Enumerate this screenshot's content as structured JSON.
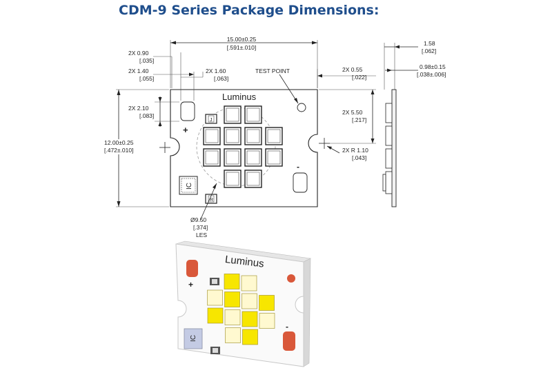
{
  "title": "CDM-9 Series Package Dimensions:",
  "colors": {
    "title": "#1f4e8c",
    "led_yellow": "#f7e600",
    "led_white": "#fff9d0",
    "pad_red": "#d9583a",
    "board": "#fafafa"
  },
  "labels": {
    "width_main": "15.00±0.25",
    "width_sub": "[.591±.010]",
    "height_main": "12.00±0.25",
    "height_sub": "[.472±.010]",
    "d090_main": "2X  0.90",
    "d090_sub": "[.035]",
    "d140_main": "2X  1.40",
    "d140_sub": "[.055]",
    "d160_main": "2X  1.60",
    "d160_sub": "[.063]",
    "d210_main": "2X  2.10",
    "d210_sub": "[.083]",
    "test_point": "TEST POINT",
    "d055_main": "2X  0.55",
    "d055_sub": "[.022]",
    "d550_main": "2X  5.50",
    "d550_sub": "[.217]",
    "r110_main": "2X R 1.10",
    "r110_sub": "[.043]",
    "les_main": "Ø9.50",
    "les_sub": "[.374]",
    "les_label": "LES",
    "thick_main": "1.58",
    "thick_sub": "[.062]",
    "pcb_main": "0.98±0.15",
    "pcb_sub": "[.038±.006]"
  },
  "board": {
    "brand": "Luminus",
    "plus": "+",
    "minus": "-",
    "ic": "IC",
    "chip_top": "J",
    "chip_bottom": "R"
  },
  "board3d": {
    "brand": "Luminus",
    "plus": "+",
    "minus": "-",
    "ic": "IC"
  }
}
